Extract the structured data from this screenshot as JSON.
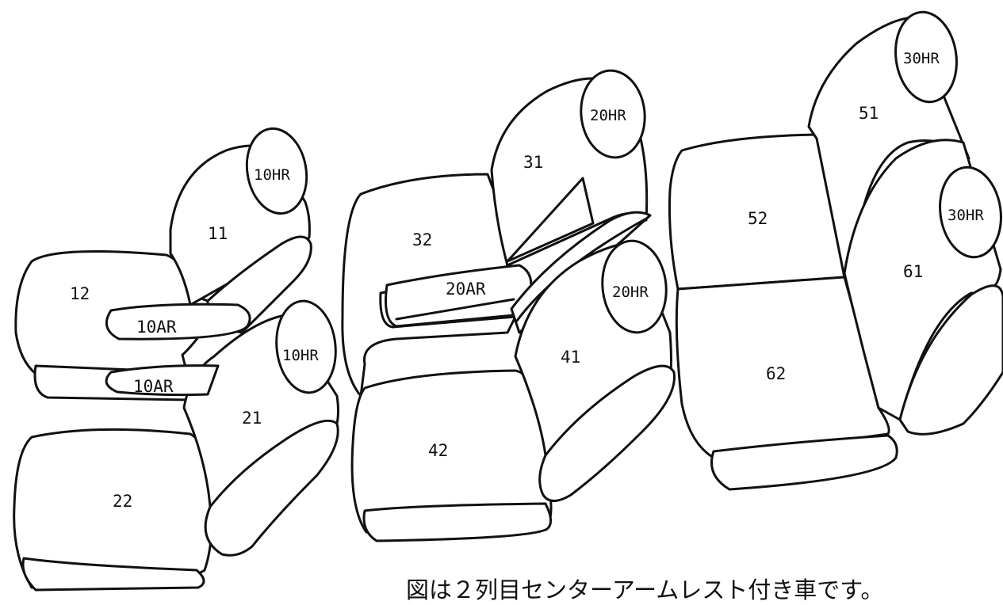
{
  "caption": "図は２列目センターアームレスト付き車です。",
  "parts": {
    "p11": "11",
    "p12": "12",
    "p10hr_a": "10HR",
    "p10ar_a": "10AR",
    "p10ar_b": "10AR",
    "p21": "21",
    "p22": "22",
    "p10hr_b": "10HR",
    "p31": "31",
    "p32": "32",
    "p20hr_a": "20HR",
    "p20ar": "20AR",
    "p41": "41",
    "p42": "42",
    "p20hr_b": "20HR",
    "p51": "51",
    "p52": "52",
    "p30hr_a": "30HR",
    "p61": "61",
    "p62": "62",
    "p30hr_b": "30HR"
  }
}
